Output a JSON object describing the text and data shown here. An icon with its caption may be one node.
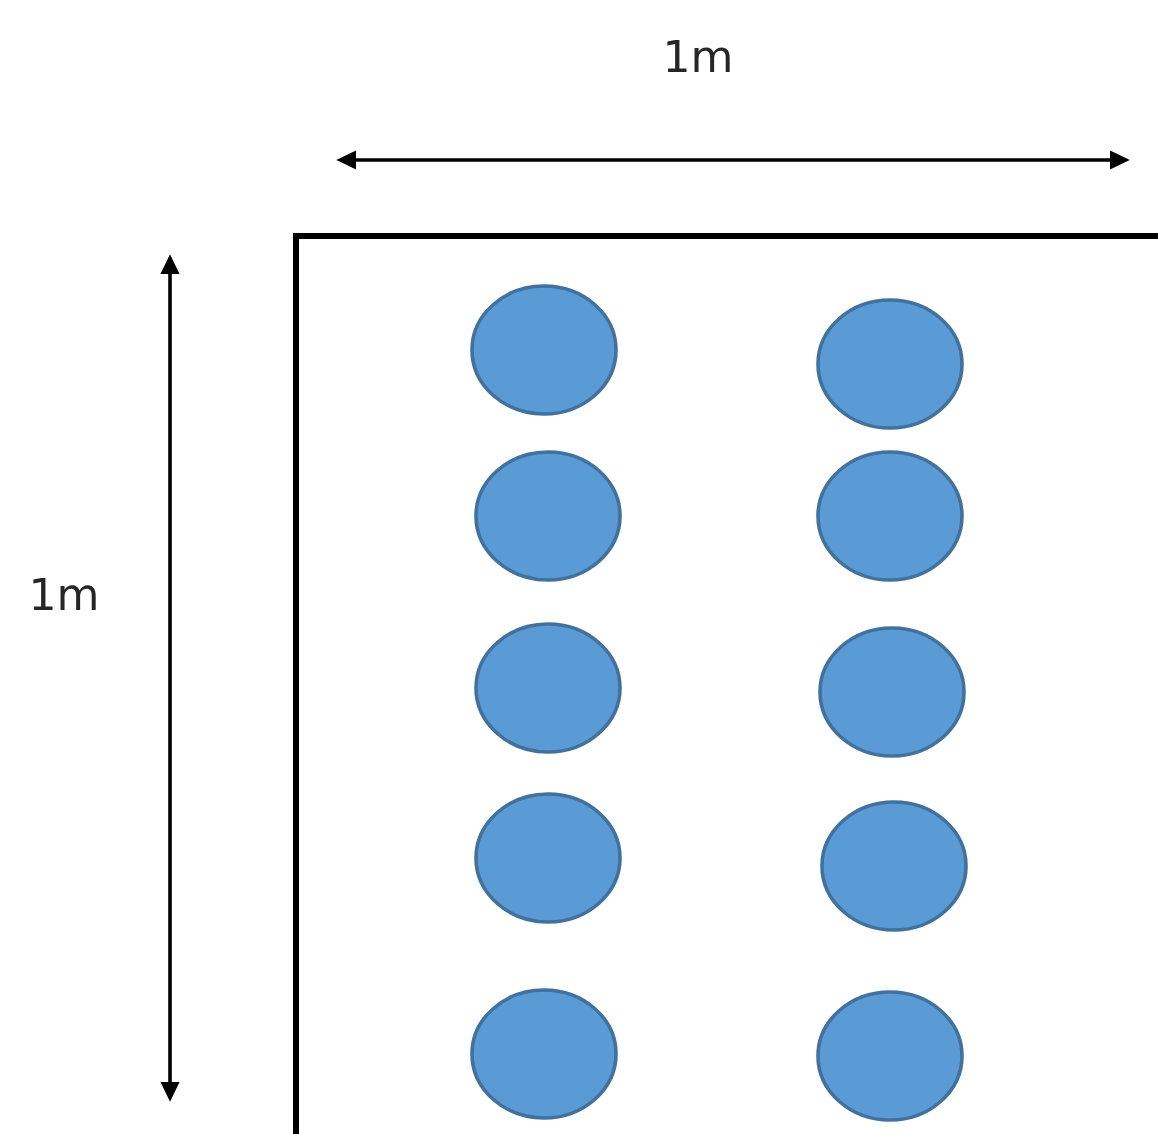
{
  "diagram": {
    "nodes": [
      {
        "text": [],
        "shape": "circle"
      },
      {
        "text": [],
        "shape": "circle"
      },
      {
        "text": [],
        "shape": "circle"
      },
      {
        "text": [],
        "shape": "circle"
      },
      {
        "text": [],
        "shape": "circle"
      },
      {
        "text": [],
        "shape": "circle"
      },
      {
        "text": [],
        "shape": "circle"
      },
      {
        "text": [],
        "shape": "circle"
      },
      {
        "text": [],
        "shape": "circle"
      },
      {
        "text": [],
        "shape": "circle"
      }
    ],
    "labels": [
      "1m",
      "1m"
    ]
  }
}
